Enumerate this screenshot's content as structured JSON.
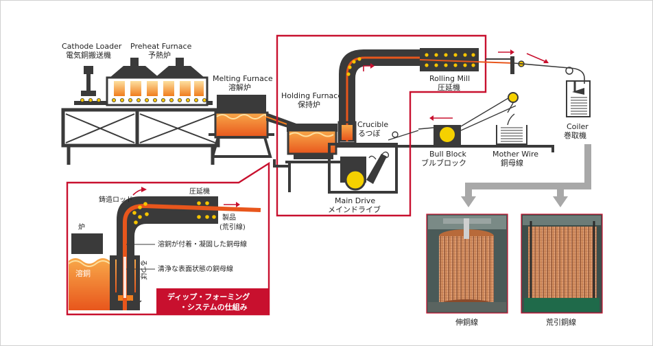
{
  "labels": {
    "cathode_loader_en": "Cathode Loader",
    "cathode_loader_ja": "電気銅搬送機",
    "preheat_furnace_en": "Preheat Furnace",
    "preheat_furnace_ja": "予熱炉",
    "melting_furnace_en": "Melting Furnace",
    "melting_furnace_ja": "溶解炉",
    "holding_furnace_en": "Holding Furnace",
    "holding_furnace_ja": "保持炉",
    "rolling_mill_en": "Rolling Mill",
    "rolling_mill_ja": "圧延機",
    "crucible_en": "Crucible",
    "crucible_ja": "るつぼ",
    "main_drive_en": "Main Drive",
    "main_drive_ja": "メインドライブ",
    "bull_block_en": "Bull Block",
    "bull_block_ja": "ブルブロック",
    "mother_wire_en": "Mother Wire",
    "mother_wire_ja": "銅母線",
    "coiler_en": "Coiler",
    "coiler_ja": "巻取機"
  },
  "detail": {
    "cast_rod": "鋳造ロッド",
    "rolling_mill": "圧延機",
    "furnace": "炉",
    "molten_copper": "溶銅",
    "crucible": "るつぼ",
    "product": "製品",
    "product_sub": "(荒引線)",
    "note_coated": "溶銅が付着・凝固した銅母線",
    "note_clean": "清浄な表面状態の銅母線",
    "title_line1": "ディップ・フォーミング",
    "title_line2": "・システムの仕組み"
  },
  "photos": {
    "left_caption": "伸銅線",
    "right_caption": "荒引銅線"
  },
  "colors": {
    "accent_red": "#c8102e",
    "machine_dark": "#3a3a3a",
    "molten_orange": "#f07d1e",
    "dot_yellow": "#f5c400",
    "copper": "#c87a4a"
  }
}
